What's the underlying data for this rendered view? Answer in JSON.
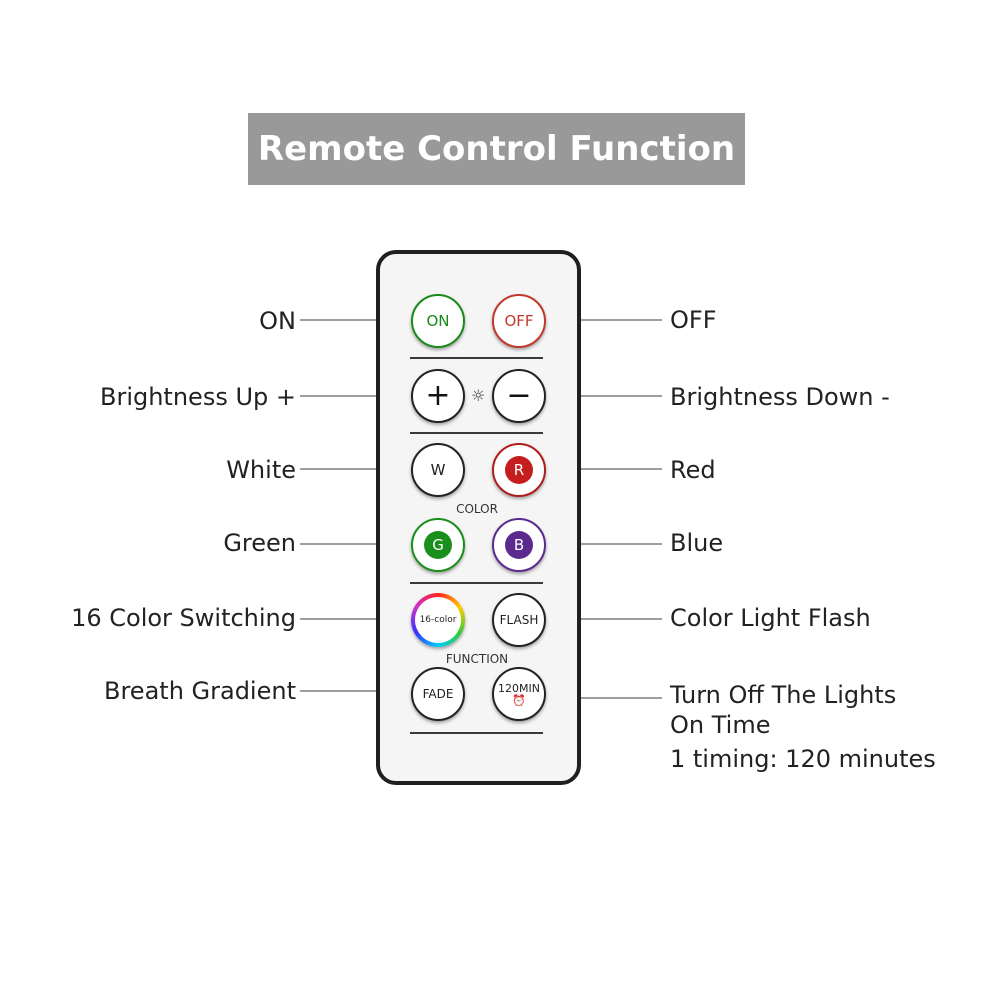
{
  "title": "Remote Control Function",
  "remote": {
    "buttons": {
      "on": "ON",
      "off": "OFF",
      "plus": "+",
      "minus": "−",
      "white": "W",
      "red": "R",
      "green": "G",
      "blue": "B",
      "sixteen": "16-color",
      "flash": "FLASH",
      "fade": "FADE",
      "timer": "120MIN"
    },
    "section_labels": {
      "color": "COLOR",
      "function": "FUNCTION"
    },
    "brightness_symbol": "☼",
    "alarm_symbol": "⏰"
  },
  "callouts": {
    "left": [
      "ON",
      "Brightness Up +",
      "White",
      "Green",
      "16 Color Switching",
      "Breath Gradient"
    ],
    "right": [
      "OFF",
      "Brightness Down -",
      "Red",
      "Blue",
      "Color Light Flash",
      "Turn Off The Lights",
      "On Time",
      "1 timing: 120 minutes"
    ]
  },
  "colors": {
    "title_bg": "#999999",
    "on_green": "#1a8a1a",
    "off_red": "#c0392b",
    "red_disc": "#c41e1e",
    "green_disc": "#1b8f1b",
    "blue_disc": "#5a2a8f",
    "leader_line": "#9e9e9e"
  }
}
